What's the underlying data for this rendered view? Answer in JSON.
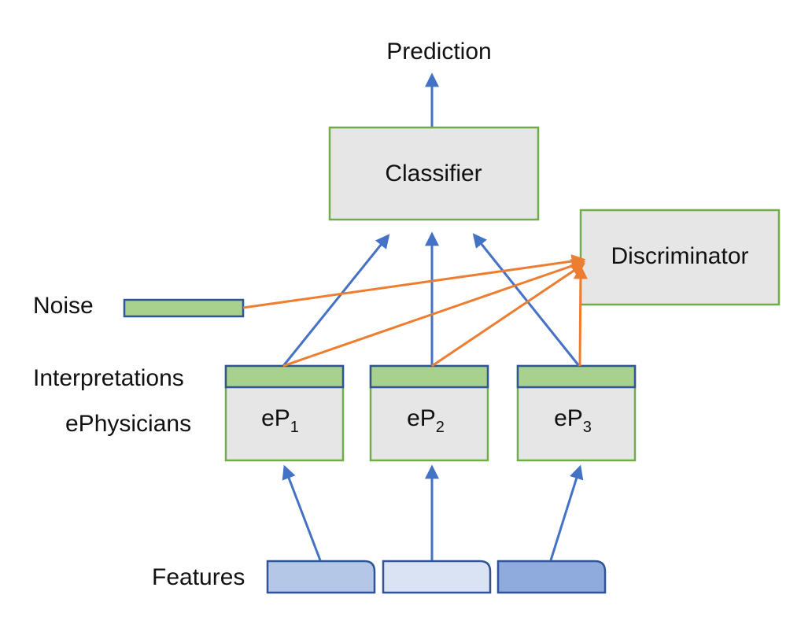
{
  "labels": {
    "prediction": "Prediction",
    "classifier": "Classifier",
    "discriminator": "Discriminator",
    "noise": "Noise",
    "interpretations": "Interpretations",
    "ephysicians": "ePhysicians",
    "features": "Features"
  },
  "physicians": [
    {
      "base": "eP",
      "sub": "1"
    },
    {
      "base": "eP",
      "sub": "2"
    },
    {
      "base": "eP",
      "sub": "3"
    }
  ],
  "colors": {
    "box_fill": "#e6e6e6",
    "box_border": "#70ad47",
    "interpretation_bar": "#a9d18e",
    "bar_border": "#2f5597",
    "blue_arrow": "#4472c4",
    "orange_arrow": "#ed7d31",
    "feature_1": "#b4c7e7",
    "feature_2": "#dae3f3",
    "feature_3": "#8faadc"
  }
}
